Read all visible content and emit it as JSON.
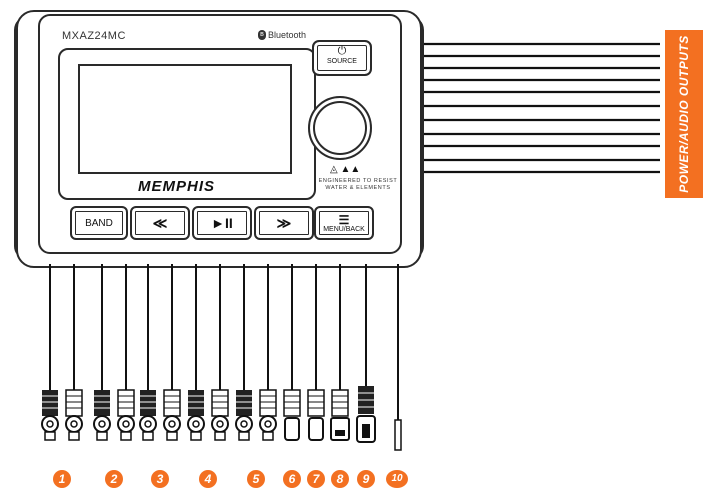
{
  "device": {
    "model": "MXAZ24MC",
    "bluetooth_label": "Bluetooth",
    "brand": "MEMPHIS",
    "engineered_text_line1": "ENGINEERED TO RESIST",
    "engineered_text_line2": "WATER & ELEMENTS"
  },
  "buttons": {
    "source": {
      "icon": "power-icon",
      "label": "SOURCE"
    },
    "band": {
      "label": "BAND"
    },
    "prev": {
      "icon": "rewind-icon",
      "symbol": "≪"
    },
    "play_pause": {
      "icon": "play-pause-icon",
      "symbol": "►II"
    },
    "next": {
      "icon": "fast-forward-icon",
      "symbol": "≫"
    },
    "menu": {
      "icon": "menu-icon",
      "symbol": "☰",
      "label": "MENU/BACK"
    }
  },
  "outputs_label": "POWER/AUDIO OUTPUTS",
  "connector_numbers": [
    "1",
    "2",
    "3",
    "4",
    "5",
    "6",
    "7",
    "8",
    "9",
    "10"
  ],
  "colors": {
    "accent": "#f37021",
    "outline": "#2a2a2a"
  }
}
